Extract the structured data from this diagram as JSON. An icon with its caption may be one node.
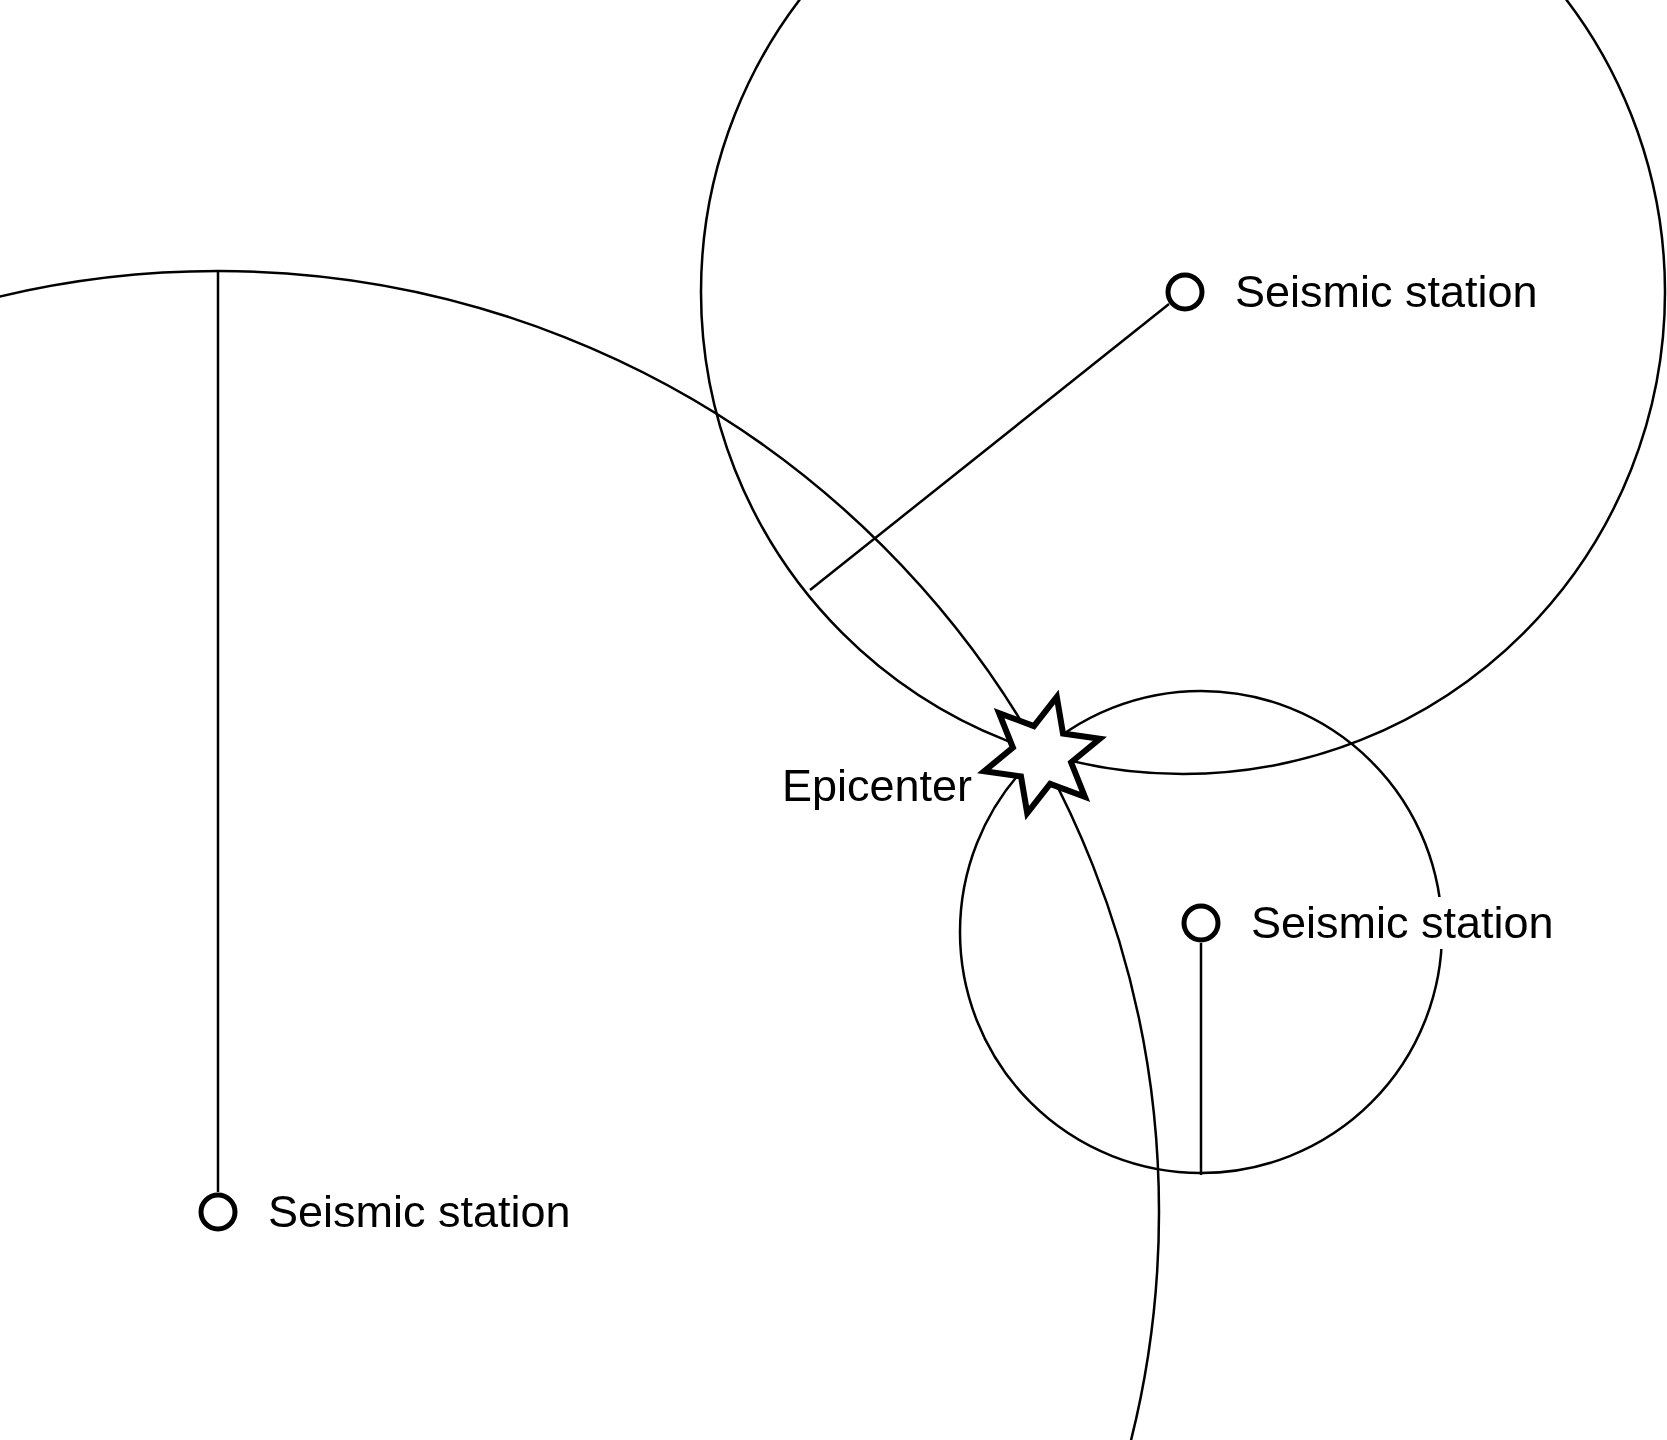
{
  "diagram": {
    "nodes": [
      {
        "text": [
          "Seismic station"
        ]
      },
      {
        "text": [
          "Epicenter"
        ]
      },
      {
        "text": [
          "Seismic station"
        ]
      },
      {
        "text": [
          "Seismic station"
        ]
      }
    ]
  }
}
